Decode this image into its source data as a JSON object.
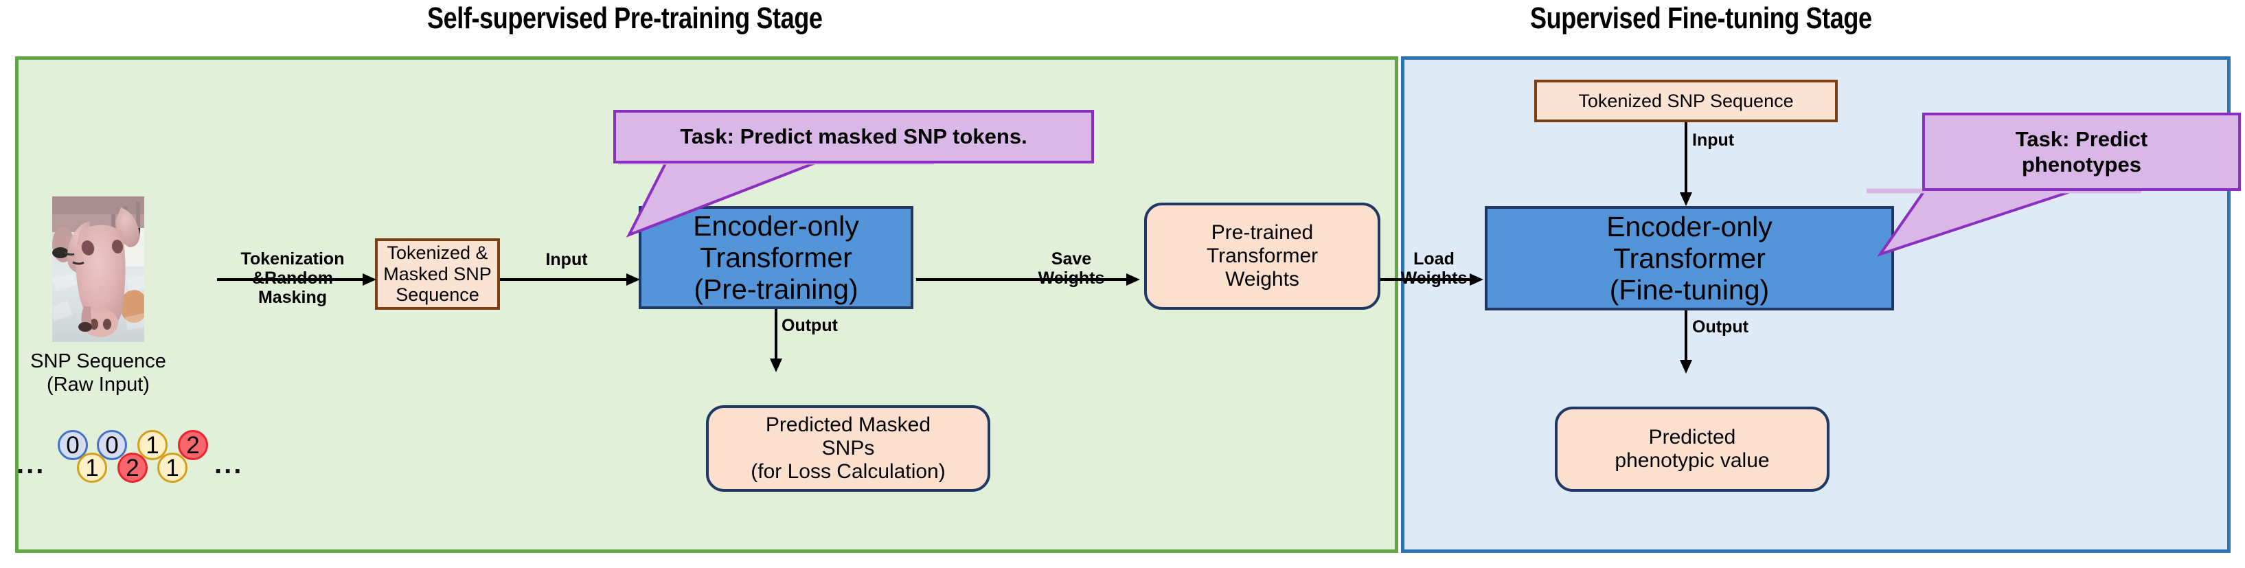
{
  "titles": {
    "pretrain": "Self-supervised Pre-training Stage",
    "finetune": "Supervised Fine-tuning Stage"
  },
  "colors": {
    "pretrain_panel_fill": "#e2efd9",
    "pretrain_panel_border": "#61a744",
    "finetune_panel_fill": "#deeaf6",
    "finetune_panel_border": "#2e74b5",
    "transformer_fill": "#5494d8",
    "peach_fill": "#fbe0cf",
    "peach_border": "#7b3f12",
    "navy_border": "#1f3864",
    "callout_fill": "#d9b8e8",
    "callout_border": "#8a2fc0",
    "snp_blue_fill": "#d6ddf2",
    "snp_blue_border": "#4472c4",
    "snp_yellow_fill": "#fdf0c9",
    "snp_yellow_border": "#d4a017",
    "snp_red_fill": "#f9666b",
    "snp_red_border": "#e8262d"
  },
  "pretrain": {
    "photo_caption": "SNP Sequence\n(Raw Input)",
    "tokenization_label": "Tokenization\n&Random\nMasking",
    "tokenized_box": "Tokenized &\nMasked SNP\nSequence",
    "input_label": "Input",
    "transformer_box": "Encoder-only\nTransformer\n(Pre-training)",
    "callout": "Task: Predict masked SNP tokens.",
    "output_label": "Output",
    "output_box": "Predicted Masked\nSNPs\n(for Loss Calculation)",
    "save_weights_label": "Save\nWeights",
    "weights_box": "Pre-trained\nTransformer\nWeights",
    "snp_ellipsis_left": "...",
    "snp_ellipsis_right": "...",
    "snp_tokens": [
      {
        "value": "0",
        "style": "blue",
        "row": "top"
      },
      {
        "value": "1",
        "style": "yellow",
        "row": "bottom"
      },
      {
        "value": "0",
        "style": "blue",
        "row": "top"
      },
      {
        "value": "2",
        "style": "red",
        "row": "bottom"
      },
      {
        "value": "1",
        "style": "yellow",
        "row": "top"
      },
      {
        "value": "1",
        "style": "yellow",
        "row": "bottom"
      },
      {
        "value": "2",
        "style": "red",
        "row": "top"
      }
    ]
  },
  "finetune": {
    "load_weights_label": "Load\nWeights",
    "tokenized_box": "Tokenized SNP Sequence",
    "input_label": "Input",
    "transformer_box": "Encoder-only\nTransformer\n(Fine-tuning)",
    "callout": "Task: Predict\nphenotypes",
    "output_label": "Output",
    "output_box": "Predicted\nphenotypic value"
  }
}
